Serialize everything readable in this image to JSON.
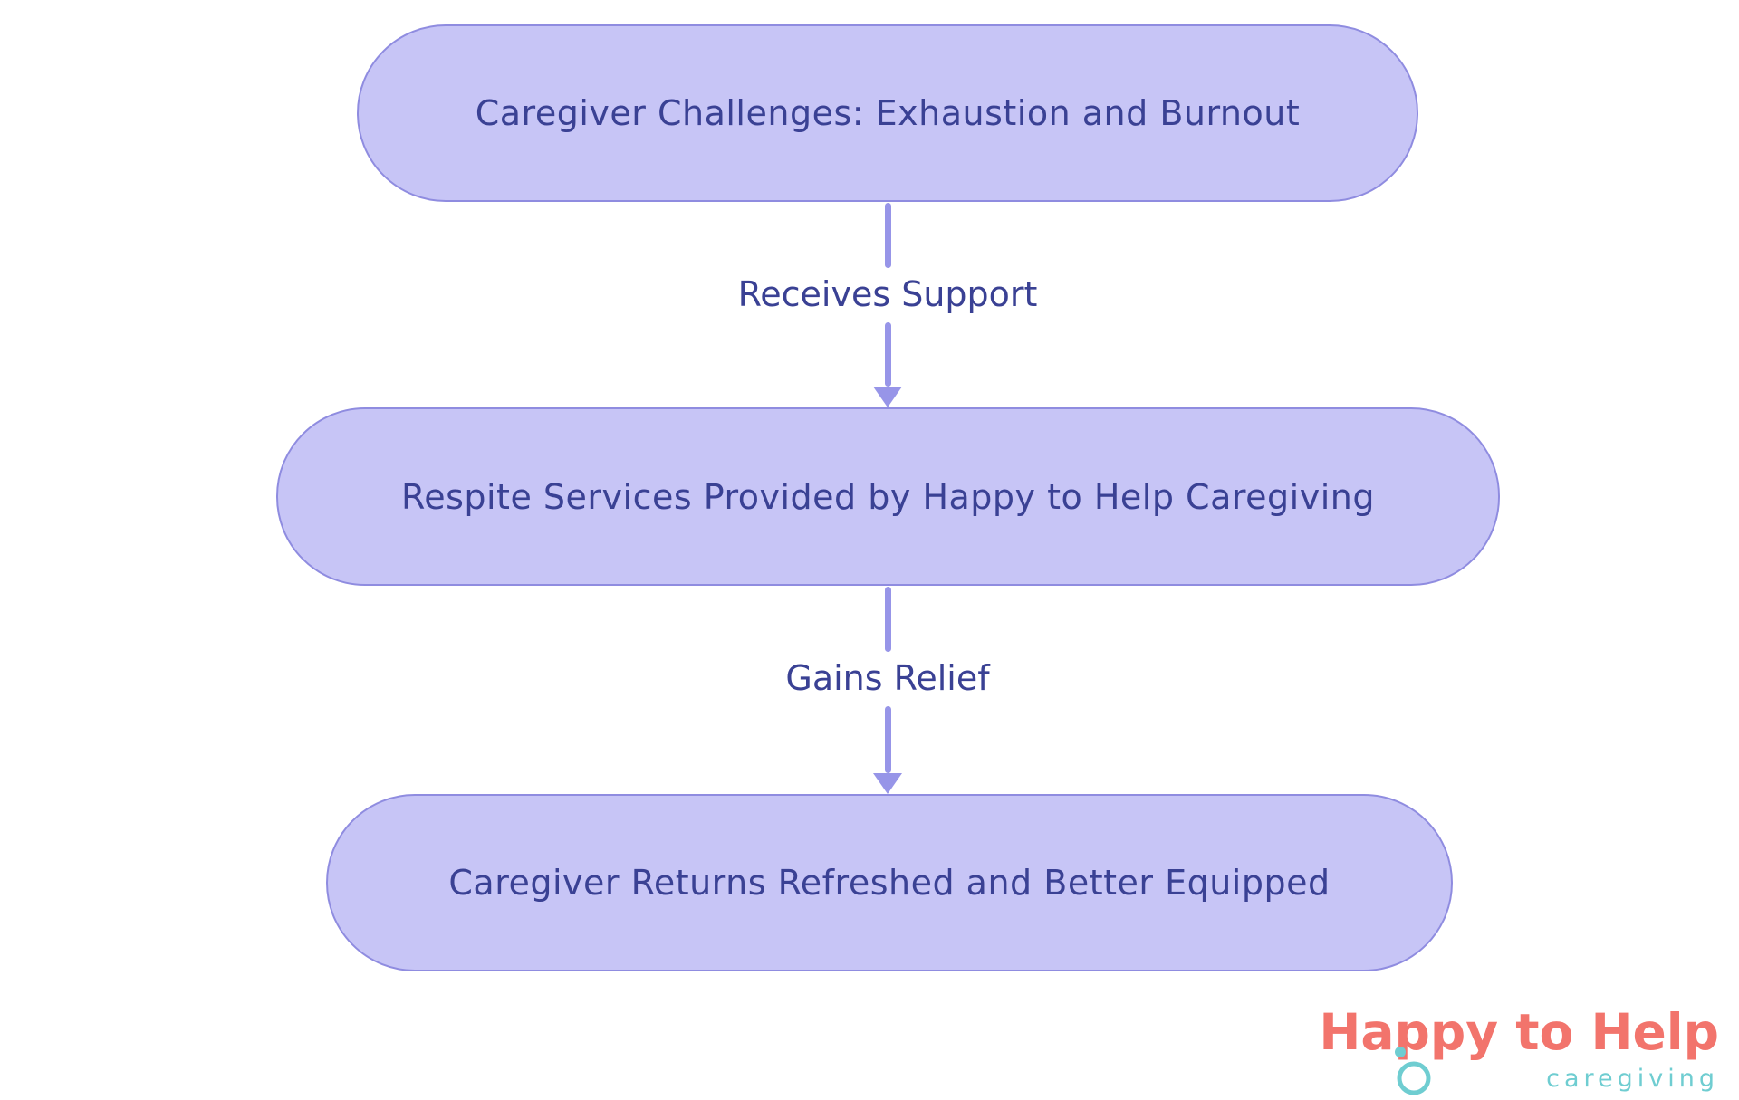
{
  "flowchart": {
    "nodes": [
      {
        "label": "Caregiver Challenges: Exhaustion and Burnout"
      },
      {
        "label": "Respite Services Provided by Happy to Help Caregiving"
      },
      {
        "label": "Caregiver Returns Refreshed and Better Equipped"
      }
    ],
    "edges": [
      {
        "label": "Receives Support"
      },
      {
        "label": "Gains Relief"
      }
    ]
  },
  "logo": {
    "title": "Happy to Help",
    "subtitle": "caregiving"
  },
  "colors": {
    "background": "#ffffff",
    "node_fill": "#c7c5f6",
    "node_border": "#8f8ce0",
    "node_text": "#3a4194",
    "arrow": "#9795e8",
    "edge_label": "#3a4194",
    "logo_primary": "#f2746c",
    "logo_accent": "#6fcdd1"
  }
}
